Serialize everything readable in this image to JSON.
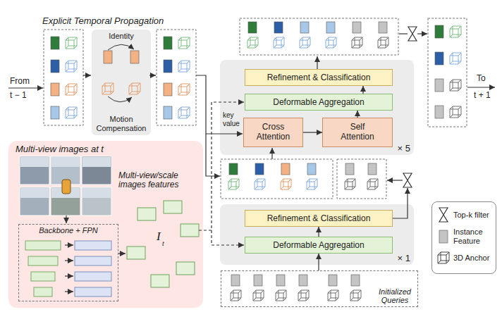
{
  "diagram": {
    "nodes": [
      {
        "text": [
          "Identity",
          "Motion Compensation"
        ]
      },
      {
        "text": [
          "× 5"
        ]
      },
      {
        "text": [
          "Refinement & Classification"
        ],
        "in": 1
      },
      {
        "text": [
          "Deformable Aggregation"
        ],
        "in": 1
      },
      {
        "text": [
          "Cross Attention"
        ],
        "in": 1
      },
      {
        "text": [
          "Self Attention"
        ],
        "in": 1
      },
      {
        "text": [
          "Multi-view images at t"
        ]
      },
      {
        "text": [
          "Backbone + FPN"
        ],
        "in": 6
      },
      {
        "text": [
          "× 1"
        ]
      },
      {
        "text": [
          "Refinement & Classification"
        ],
        "in": 8
      },
      {
        "text": [
          "Deformable Aggregation"
        ],
        "in": 8
      },
      {
        "text": [
          "Initialized Queries"
        ]
      }
    ],
    "edges": [
      {
        "from": 4,
        "to": 5,
        "arrow": "to"
      },
      {
        "from": 5,
        "to": 3,
        "arrow": "to"
      },
      {
        "from": 3,
        "to": 2,
        "arrow": "to"
      },
      {
        "from": 11,
        "to": 10,
        "arrow": "to"
      },
      {
        "from": 10,
        "to": 9,
        "arrow": "to"
      }
    ],
    "labels": [
      "Explicit Temporal Propagation",
      "From",
      "t − 1",
      "key value",
      "To",
      "t + 1",
      "Multi-view/scale images features",
      "I",
      "t"
    ],
    "legend": [
      {
        "text": "Top-k filter"
      },
      {
        "text": "Instance Feature"
      },
      {
        "text": "3D Anchor"
      }
    ]
  }
}
